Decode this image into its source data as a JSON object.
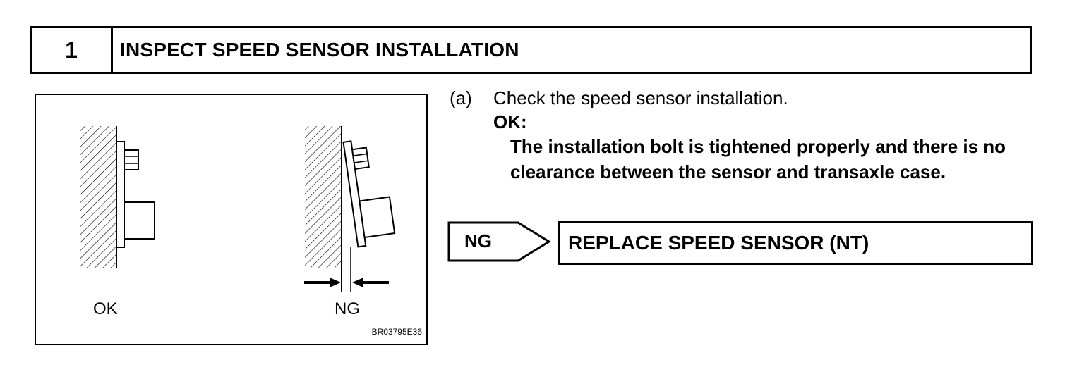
{
  "step": {
    "number": "1",
    "title": "INSPECT SPEED SENSOR INSTALLATION"
  },
  "figure": {
    "ok_label": "OK",
    "ng_label": "NG",
    "code": "BR03795E36"
  },
  "instruction": {
    "marker": "(a)",
    "text": "Check the speed sensor installation.",
    "ok_heading": "OK:",
    "ok_text": "The installation bolt is tightened properly and there is no clearance between the sensor and transaxle case."
  },
  "ng_flow": {
    "label": "NG",
    "action": "REPLACE SPEED SENSOR (NT)"
  }
}
